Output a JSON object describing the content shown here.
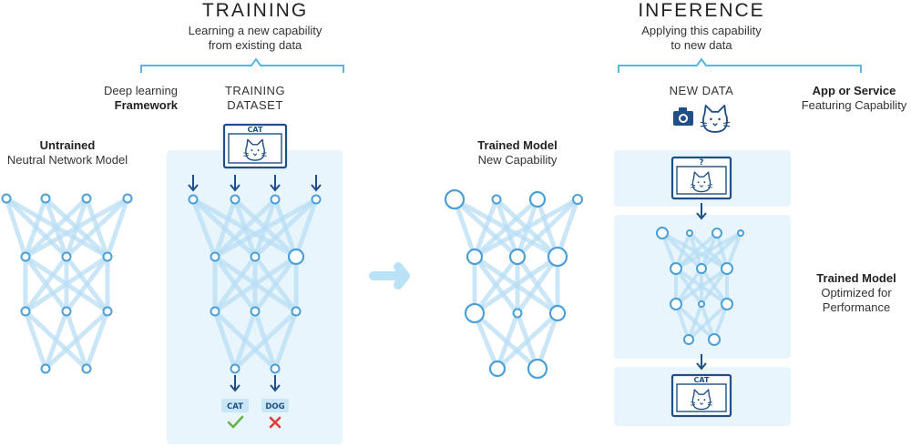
{
  "training": {
    "title": "TRAINING",
    "subtitle_line1": "Learning a new capability",
    "subtitle_line2": "from existing data",
    "framework_line1": "Deep learning",
    "framework_line2": "Framework",
    "dataset_line1": "TRAINING",
    "dataset_line2": "DATASET",
    "image_tag": "CAT",
    "output_cat": "CAT",
    "output_dog": "DOG"
  },
  "untrained": {
    "title": "Untrained",
    "subtitle": "Neutral Network Model"
  },
  "trained": {
    "title": "Trained Model",
    "subtitle": "New Capability"
  },
  "inference": {
    "title": "INFERENCE",
    "subtitle_line1": "Applying this capability",
    "subtitle_line2": "to new data",
    "new_data": "NEW DATA",
    "app_title": "App or Service",
    "app_subtitle": "Featuring Capability",
    "optimized_title": "Trained Model",
    "optimized_line1": "Optimized for",
    "optimized_line2": "Performance",
    "query_tag": "?",
    "result_tag": "CAT"
  },
  "colors": {
    "node_stroke": "#4a9fd8",
    "edge": "#b8def4",
    "panel": "#e9f5fc",
    "arrow_dark": "#1f4f86",
    "bracket": "#5ab4e0",
    "check": "#6ab04c",
    "cross": "#e53935"
  }
}
